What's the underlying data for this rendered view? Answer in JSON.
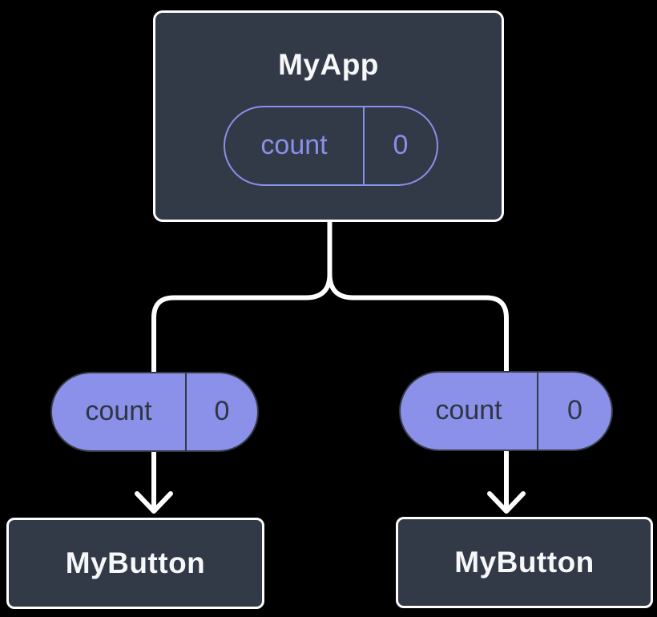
{
  "colors": {
    "background": "#000000",
    "node-fill": "#333a47",
    "node-border": "#ffffff",
    "title-text": "#f6f7f9",
    "accent": "#8a8fe8",
    "pill-fill": "#8b90e9",
    "pill-border": "#333a45",
    "pill-text-dark": "#2f3542",
    "connector": "#ffffff"
  },
  "tree": {
    "root": {
      "label": "MyApp",
      "state_pill": {
        "name": "count",
        "value": "0"
      }
    },
    "edges": {
      "left_prop_pill": {
        "name": "count",
        "value": "0"
      },
      "right_prop_pill": {
        "name": "count",
        "value": "0"
      }
    },
    "children": [
      {
        "label": "MyButton"
      },
      {
        "label": "MyButton"
      }
    ]
  }
}
